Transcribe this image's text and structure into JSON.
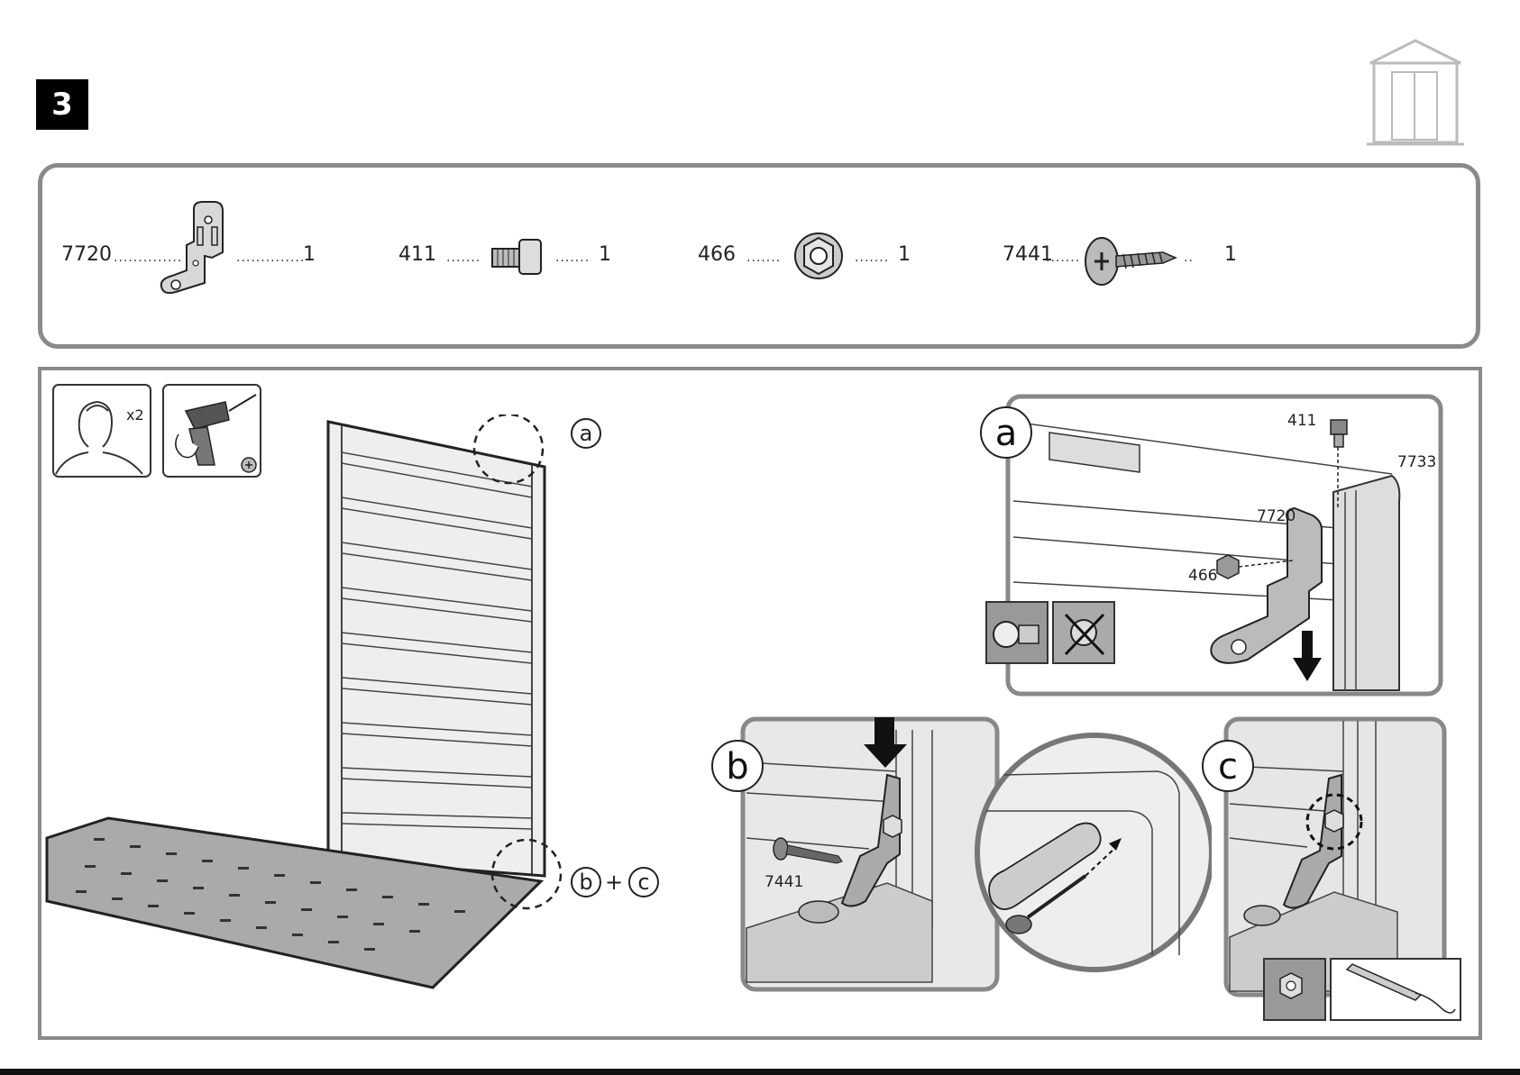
{
  "step": {
    "number": "3"
  },
  "parts": [
    {
      "id": "7720",
      "qty": "1"
    },
    {
      "id": "411",
      "qty": "1"
    },
    {
      "id": "466",
      "qty": "1"
    },
    {
      "id": "7441",
      "qty": "1"
    }
  ],
  "requirements": {
    "people": "x2"
  },
  "main": {
    "callout_a": "a",
    "callout_b": "b",
    "callout_c": "c",
    "plus": "+"
  },
  "detail_a": {
    "label": "a",
    "labels": [
      "411",
      "7733",
      "7720",
      "466"
    ]
  },
  "detail_b": {
    "label": "b",
    "screw_label": "7441"
  },
  "detail_c": {
    "label": "c"
  },
  "icons": [
    "shed-icon",
    "two-people-icon",
    "drill-icon",
    "phillips-bit-icon",
    "nut-check-icon",
    "nut-wrong-icon",
    "hand-tool-icon"
  ]
}
